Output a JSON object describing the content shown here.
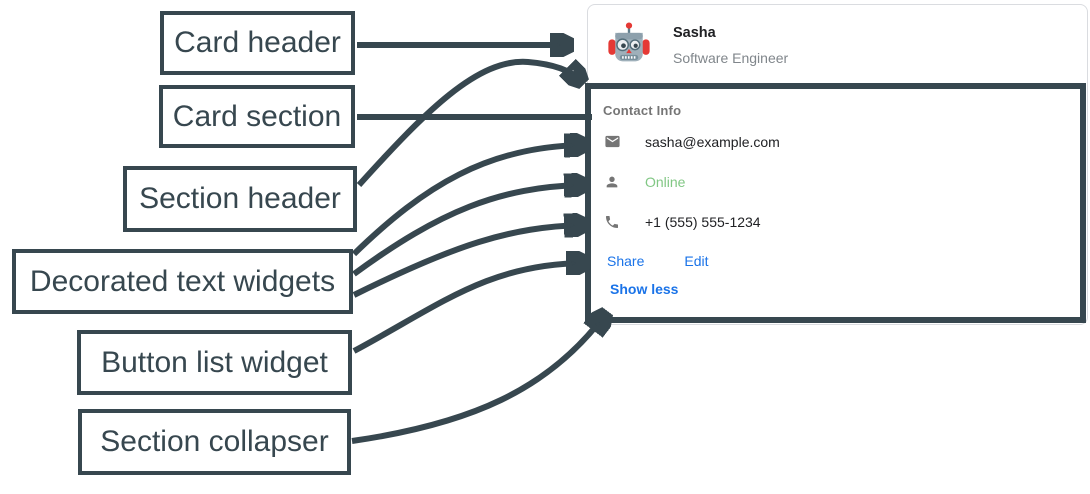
{
  "annotations": {
    "labels": [
      {
        "id": "card-header",
        "text": "Card header"
      },
      {
        "id": "card-section",
        "text": "Card section"
      },
      {
        "id": "section-header",
        "text": "Section header"
      },
      {
        "id": "decorated-text-widgets",
        "text": "Decorated text widgets"
      },
      {
        "id": "button-list-widget",
        "text": "Button list widget"
      },
      {
        "id": "section-collapser",
        "text": "Section collapser"
      }
    ]
  },
  "card": {
    "header": {
      "avatar_icon": "robot-avatar",
      "title": "Sasha",
      "subtitle": "Software Engineer"
    },
    "section": {
      "header": "Contact Info",
      "decorated_text_widgets": [
        {
          "icon": "email-icon",
          "text": "sasha@example.com"
        },
        {
          "icon": "person-icon",
          "text": "Online",
          "text_color": "#81c784"
        },
        {
          "icon": "phone-icon",
          "text": "+1 (555) 555-1234"
        }
      ],
      "button_list": [
        {
          "label": "Share"
        },
        {
          "label": "Edit"
        }
      ],
      "collapser_label": "Show less"
    }
  },
  "colors": {
    "annotation": "#37474f",
    "link_blue": "#1a73e8",
    "online_green": "#81c784",
    "card_border": "#dadce0",
    "text_primary": "#202124",
    "text_secondary": "#80868b",
    "section_header_gray": "#757575"
  }
}
